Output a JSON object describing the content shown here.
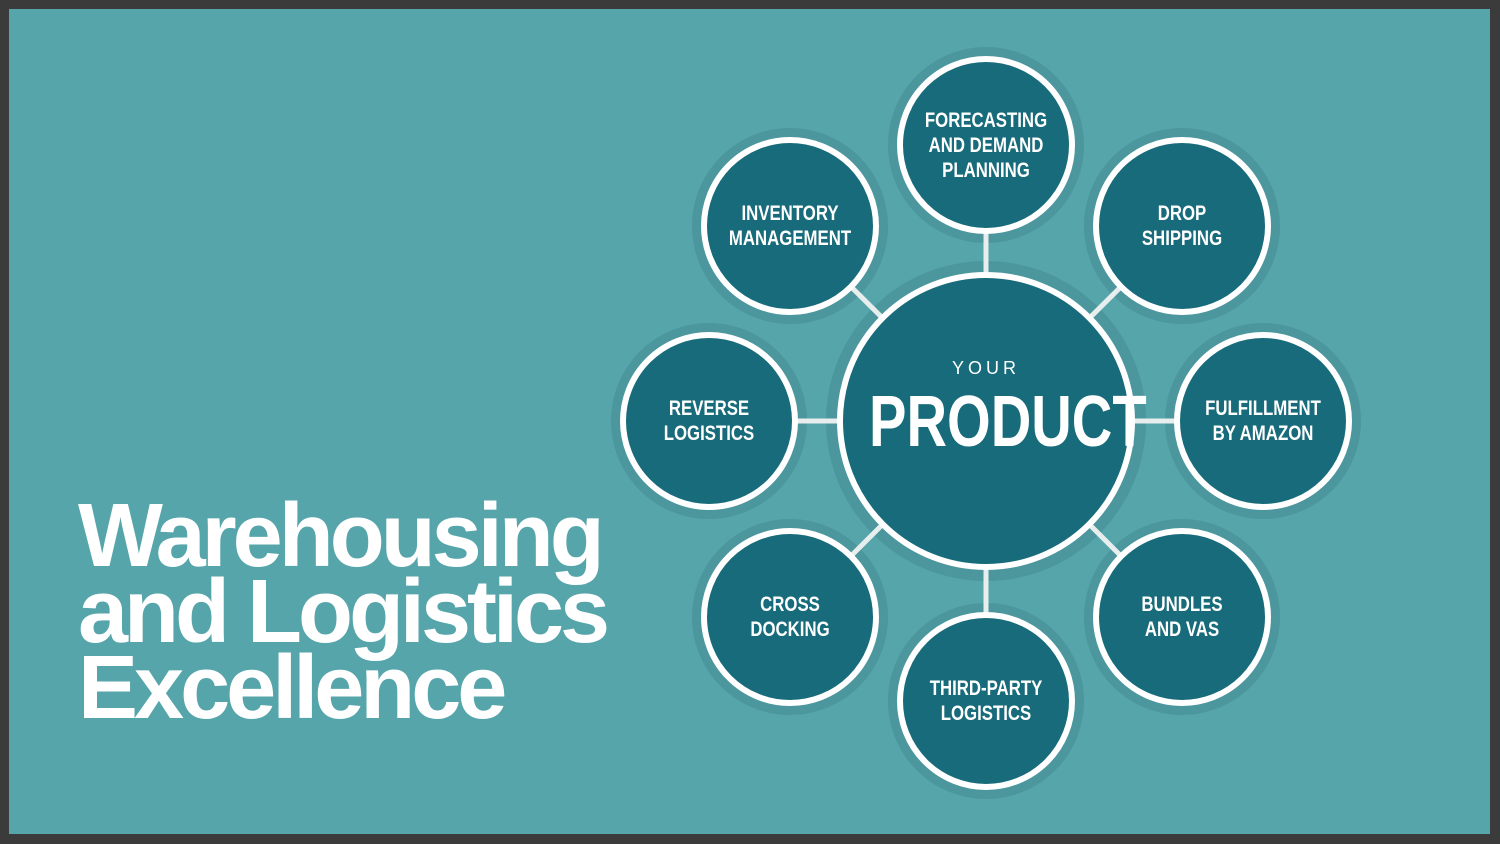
{
  "title_lines": [
    "Warehousing",
    "and Logistics",
    "Excellence"
  ],
  "center": {
    "line1": "YOUR",
    "line2": "PRODUCT"
  },
  "nodes": [
    {
      "lines": [
        "FORECASTING",
        "AND DEMAND",
        "PLANNING"
      ]
    },
    {
      "lines": [
        "DROP",
        "SHIPPING"
      ]
    },
    {
      "lines": [
        "FULFILLMENT",
        "BY AMAZON"
      ]
    },
    {
      "lines": [
        "BUNDLES",
        "AND VAS"
      ]
    },
    {
      "lines": [
        "THIRD-PARTY",
        "LOGISTICS"
      ]
    },
    {
      "lines": [
        "CROSS",
        "DOCKING"
      ]
    },
    {
      "lines": [
        "REVERSE",
        "LOGISTICS"
      ]
    },
    {
      "lines": [
        "INVENTORY",
        "MANAGEMENT"
      ]
    }
  ],
  "colors": {
    "background": "#55a5aa",
    "circle": "#176b7a",
    "halo": "#4b979d",
    "frame": "#3b3b3b"
  }
}
